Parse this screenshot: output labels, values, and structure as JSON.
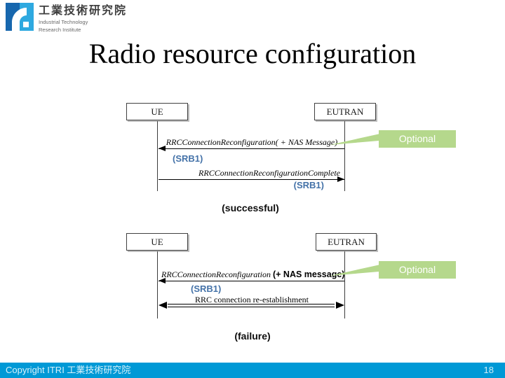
{
  "logo": {
    "name_zh": "工業技術研究院",
    "name_en_line1": "Industrial Technology",
    "name_en_line2": "Research Institute"
  },
  "slide": {
    "title": "Radio resource configuration",
    "page_number": "18",
    "copyright": "Copyright ITRI 工業技術研究院"
  },
  "diagram_successful": {
    "actor_left": "UE",
    "actor_right": "EUTRAN",
    "message1": "RRCConnectionReconfiguration( + NAS Message)",
    "message1_channel": "(SRB1)",
    "message2": "RRCConnectionReconfigurationComplete",
    "message2_channel": "(SRB1)",
    "caption": "(successful)",
    "callout": "Optional"
  },
  "diagram_failure": {
    "actor_left": "UE",
    "actor_right": "EUTRAN",
    "message1_name": "RRCConnectionReconfiguration",
    "message1_suffix": "(+ NAS message)",
    "message1_channel": "(SRB1)",
    "message2": "RRC connection re-establishment",
    "caption": "(failure)",
    "callout": "Optional"
  },
  "colors": {
    "callout_green": "#b5d88c",
    "channel_blue": "#4472a8",
    "footer_blue": "#0099d6"
  }
}
